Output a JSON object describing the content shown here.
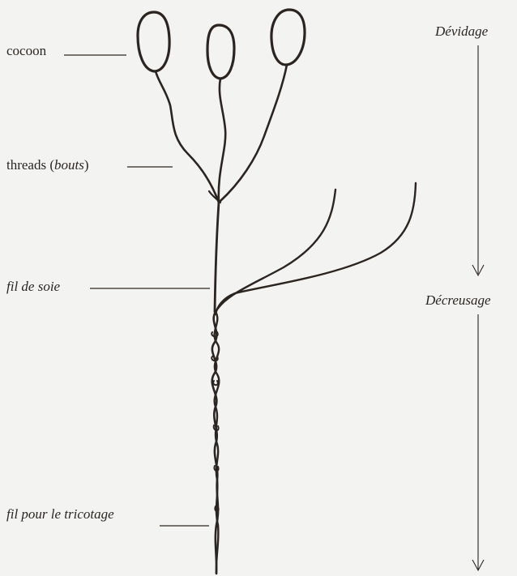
{
  "labels": {
    "cocoon": "cocoon",
    "threads_main": "threads (",
    "threads_italic": "bouts",
    "threads_close": ")",
    "fil_de_soie": "fil de soie",
    "fil_pour_tricotage": "fil pour le tricotage"
  },
  "stages": {
    "devidage": "Dévidage",
    "decreusage": "Décreusage"
  },
  "colors": {
    "background": "#f3f3f1",
    "ink": "#2b241f"
  }
}
